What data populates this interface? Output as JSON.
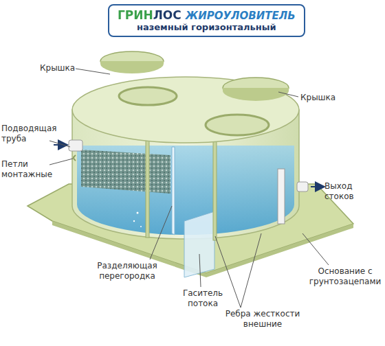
{
  "diagram": {
    "nodes": [
      {
        "text": [
          "ГРИНЛОС",
          "ЖИРОУЛОВИТЕЛЬ",
          "наземный горизонтальный"
        ]
      }
    ],
    "labels": [
      "Крышка",
      "Крышка",
      "Подводящая труба",
      "Петли монтажные",
      "Выход стоков",
      "Разделяющая перегородка",
      "Гаситель потока",
      "Ребра жесткости внешние",
      "Основание с грунтозацепами"
    ]
  }
}
